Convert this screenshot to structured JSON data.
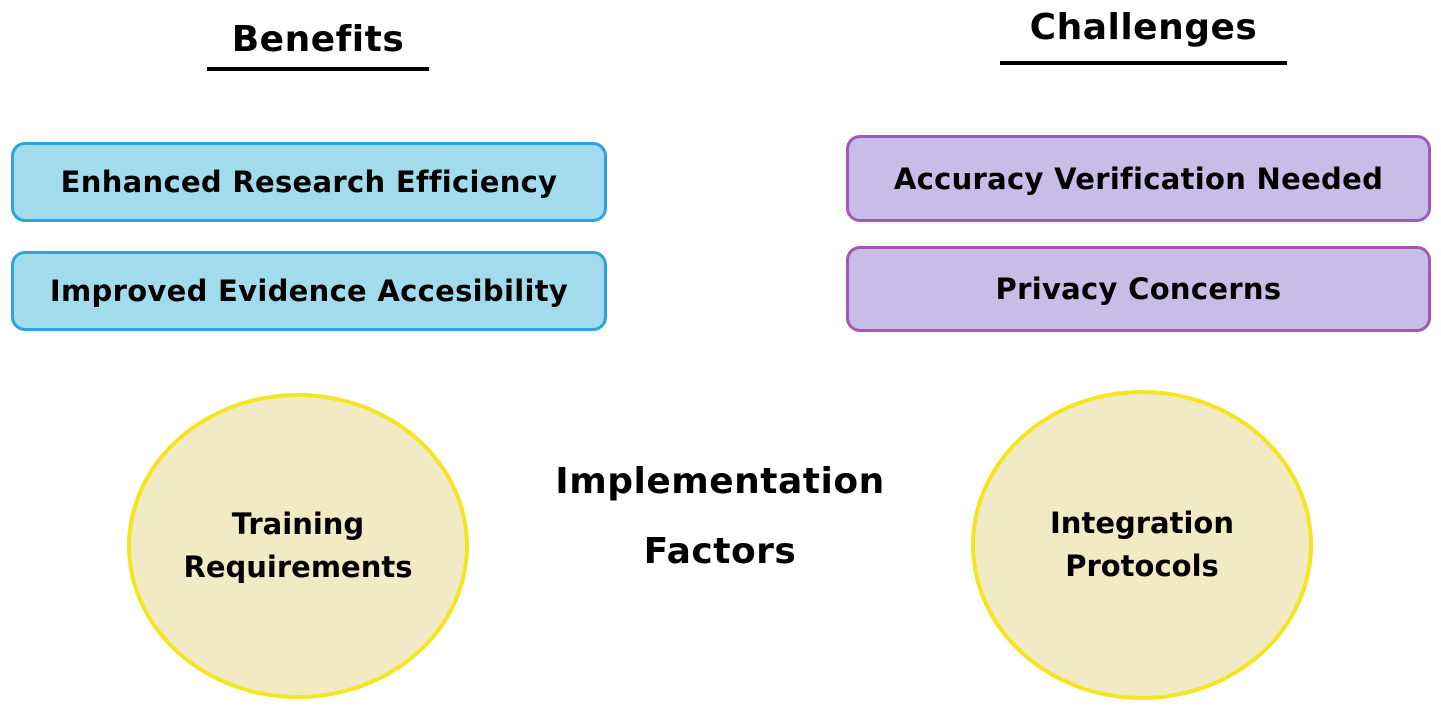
{
  "benefits": {
    "heading": "Benefits",
    "items": [
      "Enhanced Research Efficiency",
      "Improved Evidence Accesibility"
    ]
  },
  "challenges": {
    "heading": "Challenges",
    "items": [
      "Accuracy Verification Needed",
      "Privacy Concerns"
    ]
  },
  "implementation": {
    "title_line1": "Implementation",
    "title_line2": "Factors",
    "factors": [
      {
        "line1": "Training",
        "line2": "Requirements"
      },
      {
        "line1": "Integration",
        "line2": "Protocols"
      }
    ]
  },
  "colors": {
    "benefit_fill": "#a2dbec",
    "benefit_border": "#2aa3df",
    "challenge_fill": "#c8bde6",
    "challenge_border": "#a557b3",
    "factor_fill": "#f1eac4",
    "factor_border": "#f3e520"
  }
}
